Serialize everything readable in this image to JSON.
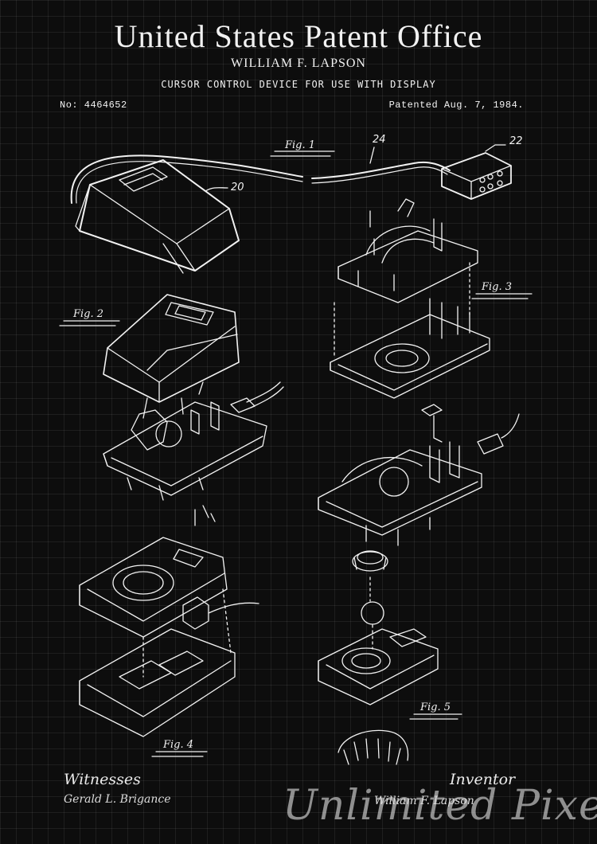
{
  "header": {
    "title": "United States Patent Office",
    "inventor": "WILLIAM F. LAPSON",
    "device": "CURSOR CONTROL DEVICE FOR USE WITH DISPLAY",
    "number": "No: 4464652",
    "date": "Patented Aug. 7, 1984."
  },
  "figures": {
    "fig1": "Fig. 1",
    "fig2": "Fig. 2",
    "fig3": "Fig. 3",
    "fig4": "Fig. 4",
    "fig5": "Fig. 5"
  },
  "refs": {
    "mouse": "20",
    "cable": "24",
    "box": "22"
  },
  "footer": {
    "witnesses_heading": "Witnesses",
    "witness_signature": "Gerald L. Brigance",
    "inventor_heading": "Inventor",
    "inventor_signature": "William F. Lapson"
  },
  "watermark": "Unlimited Pixel",
  "colors": {
    "background": "#0d0d0d",
    "ink": "#f2f2f2",
    "grid": "#2a2a2a"
  }
}
